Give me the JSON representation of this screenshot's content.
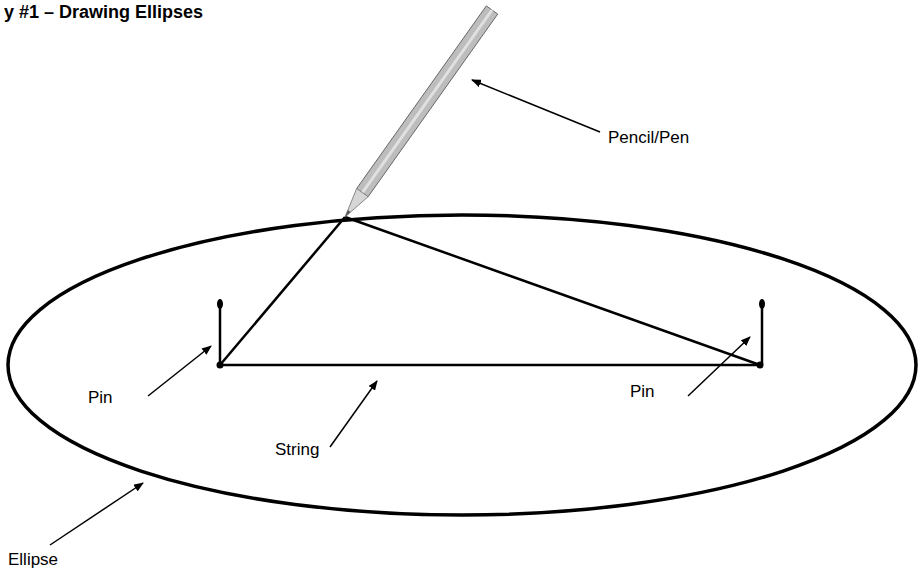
{
  "diagram": {
    "title": "y #1 – Drawing Ellipses",
    "labels": [
      "Pencil/Pen",
      "Pin",
      "Pin",
      "String",
      "Ellipse"
    ]
  }
}
